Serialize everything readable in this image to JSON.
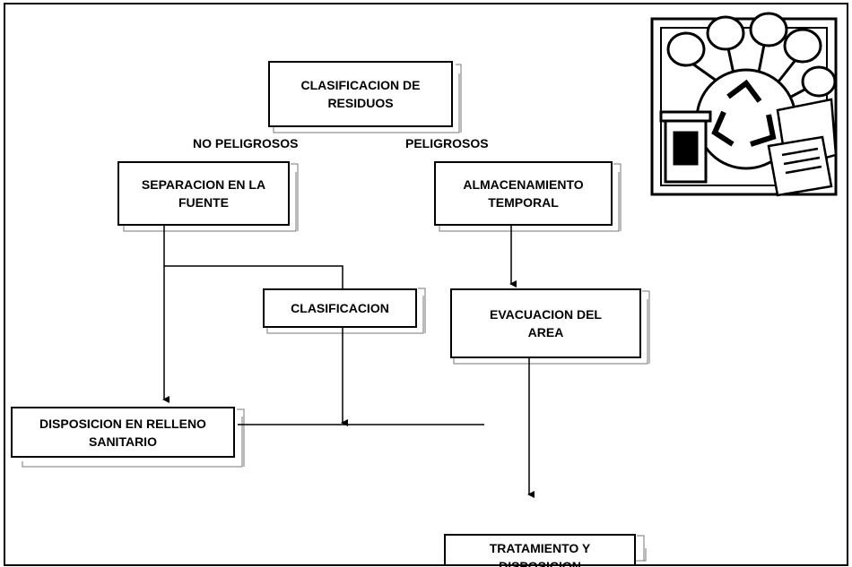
{
  "diagram": {
    "title_box": "CLASIFICACION DE\nRESIDUOS",
    "branch_left": "NO PELIGROSOS",
    "branch_right": "PELIGROSOS",
    "box_separacion": "SEPARACION EN LA\nFUENTE",
    "box_almacenamiento": "ALMACENAMIENTO\nTEMPORAL",
    "box_clasificacion": "CLASIFICACION",
    "box_evacuacion": "EVACUACION DEL\nAREA",
    "box_disposicion": "DISPOSICION EN RELLENO\nSANITARIO",
    "box_tratamiento": "TRATAMIENTO Y\nDISPOSICION"
  },
  "illustration": {
    "icon": "recycling-icon"
  },
  "colors": {
    "stroke": "#000000",
    "background": "#ffffff"
  }
}
